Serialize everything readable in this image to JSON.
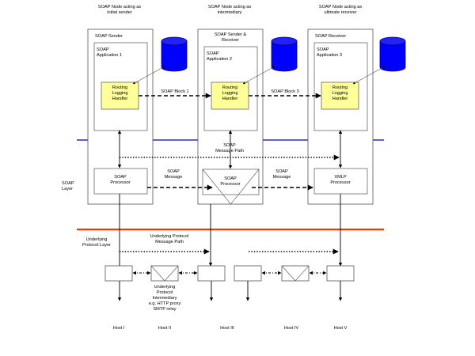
{
  "nodes": [
    {
      "header": "SOAP Node acting as\ninitial sender",
      "role": "SOAP Sender",
      "app": "SOAP\nApplication 1",
      "handler": "Routing\nLogging\nHandler",
      "processor": "SOAP\nProcessor"
    },
    {
      "header": "SOAP Node acting as\nintermediary",
      "role": "SOAP Sender &\nReceiver",
      "app": "SOAP\nApplication 2",
      "handler": "Routing\nLogging\nHandler",
      "processor": "SOAP\nProcessor"
    },
    {
      "header": "SOAP Node acting as\nultimate receiver",
      "role": "SOAP Receiver",
      "app": "SOAP\nApplication 3",
      "handler": "Routing\nLogging\nHandler",
      "processor": "XMLP\nProcessor"
    }
  ],
  "blocks": [
    "SOAP Block 1",
    "SOAP Block 3"
  ],
  "message_path": "SOAP\nMessage Path",
  "messages": [
    "SOAP\nMessage",
    "SOAP\nMessage"
  ],
  "soap_layer": "SOAP\nLayer",
  "protocol_layer": "Underlying\nProtocol Layer",
  "protocol_path": "Underlying Protocol\nMessage Path",
  "intermediary_note": "Underlying\nProtocol\nIntermediary\ne.g. HTTP proxy\nSMTP relay",
  "hosts": [
    "Host I",
    "Host II",
    "Host III",
    "Host IV",
    "Host V"
  ],
  "colors": {
    "handler": "#ffff99",
    "database": "#0000ff",
    "soap_layer_line": "#0000aa",
    "protocol_line": "#ff3300"
  }
}
